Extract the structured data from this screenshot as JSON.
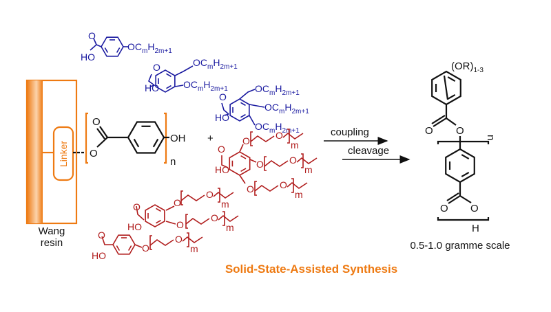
{
  "resin": {
    "name_line1": "Wang",
    "name_line2": "resin",
    "linker": "Linker"
  },
  "monomer": {
    "oh": "OH",
    "o": "O",
    "carbonyl_o": "O",
    "repeat": "n"
  },
  "plus": "+",
  "alkoxy": {
    "prefix": "OC",
    "sub1": "m",
    "mid": "H",
    "sub2": "2m+1"
  },
  "acid": {
    "ho": "HO",
    "o": "O"
  },
  "peg": {
    "o": "O",
    "repeat": "m"
  },
  "reaction": {
    "step1": "coupling",
    "step2": "cleavage"
  },
  "product": {
    "substituent": "(OR)",
    "substituent_sub": "1-3",
    "o": "O",
    "h": "H",
    "repeat": "n",
    "scale": "0.5-1.0 gramme scale"
  },
  "title": "Solid-State-Assisted Synthesis",
  "colors": {
    "orange": "#ee7a12",
    "blue": "#1a1aa0",
    "red": "#b01c1c",
    "black": "#111111"
  }
}
